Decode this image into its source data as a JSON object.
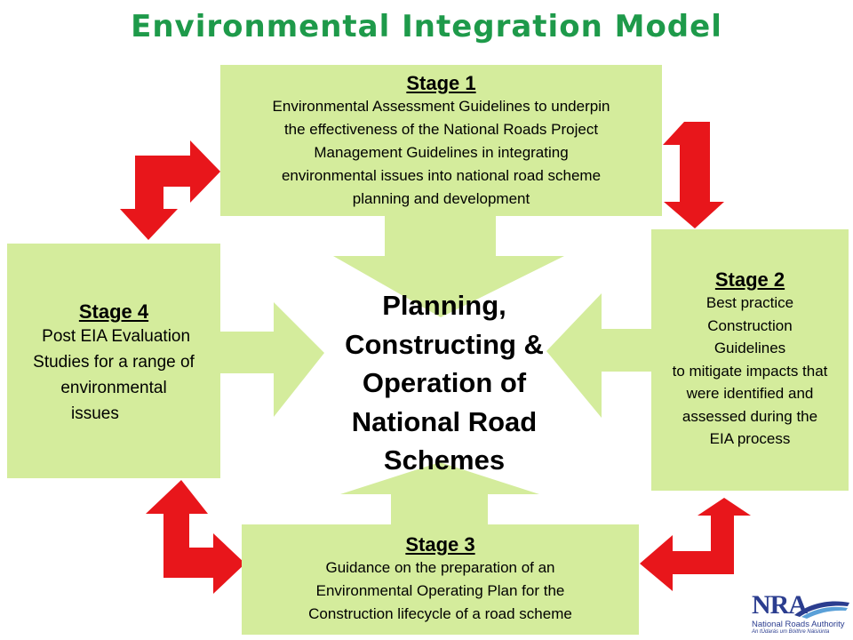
{
  "title": "Environmental Integration Model",
  "center_lines": [
    "Planning,",
    "Constructing &",
    "Operation of",
    "National Road",
    "Schemes"
  ],
  "stages": {
    "stage1": {
      "heading": "Stage 1",
      "lines": [
        "Environmental Assessment Guidelines to underpin",
        "the effectiveness of the National Roads Project",
        "Management Guidelines in integrating",
        "environmental issues into national road scheme",
        "planning and development"
      ]
    },
    "stage2": {
      "heading": "Stage 2",
      "lines": [
        "Best practice",
        "Construction",
        "Guidelines",
        "to mitigate impacts that",
        "were identified and",
        "assessed during the",
        "EIA process"
      ]
    },
    "stage3": {
      "heading": "Stage 3",
      "lines": [
        "Guidance on the preparation of an",
        "Environmental Operating Plan for the",
        "Construction lifecycle of a road scheme"
      ]
    },
    "stage4": {
      "heading": "Stage 4",
      "lines": [
        " Post EIA Evaluation",
        "Studies for a range of",
        "environmental",
        "issues"
      ]
    }
  },
  "logo": {
    "abbr": "NRA",
    "name": "National Roads Authority",
    "irish": "An tÚdarás um Bóithre Náisiúnta"
  },
  "colors": {
    "title": "#1e9a4a",
    "box_fill": "#d4ec9c",
    "cycle_arrow": "#e8161b",
    "logo": "#2b3d8f"
  }
}
